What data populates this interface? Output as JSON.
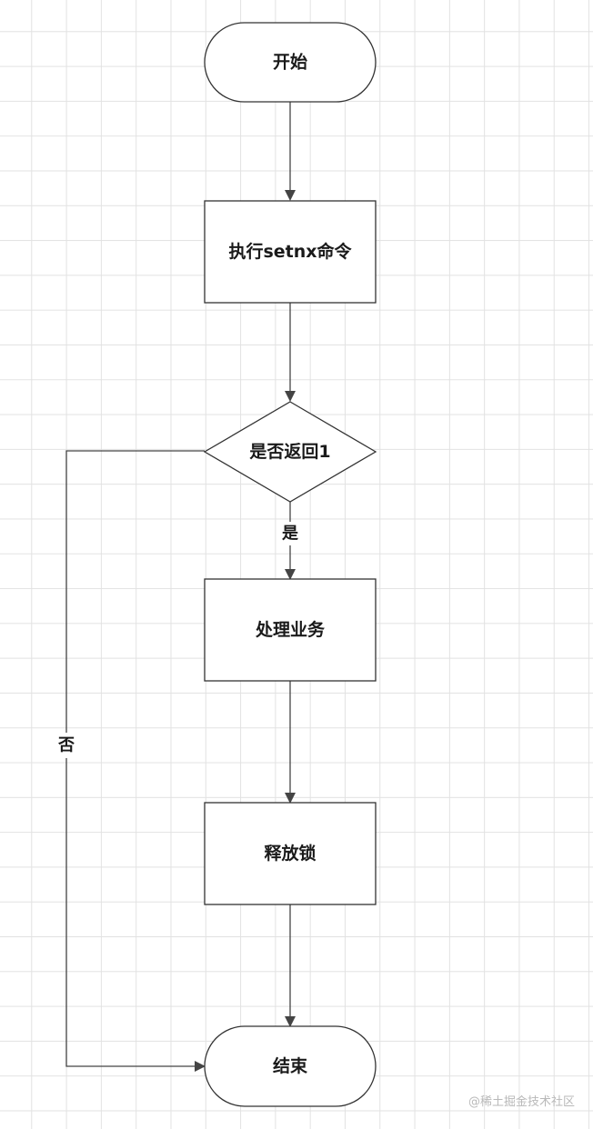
{
  "flowchart": {
    "nodes": {
      "start": "开始",
      "exec": "执行setnx命令",
      "decision": "是否返回1",
      "process": "处理业务",
      "release": "释放锁",
      "end": "结束"
    },
    "edges": {
      "yes_label": "是",
      "no_label": "否"
    }
  },
  "watermark": "@稀土掘金技术社区"
}
